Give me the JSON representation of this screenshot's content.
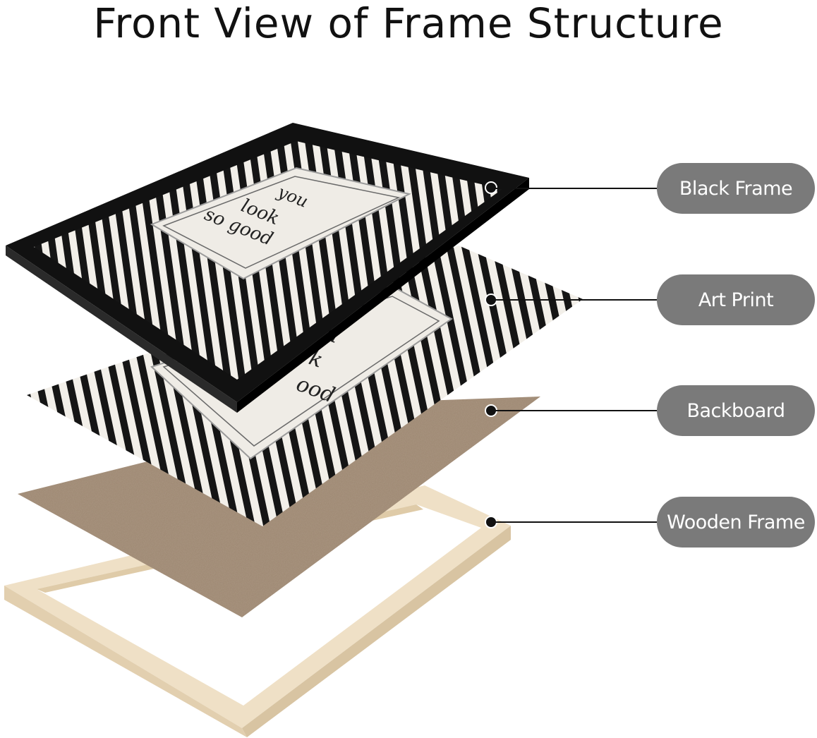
{
  "title": "Front View of Frame Structure",
  "artwork": {
    "print_text_top": [
      "you",
      "look",
      "so good"
    ],
    "print_text_partial": [
      "u",
      "k",
      "ood"
    ]
  },
  "labels": [
    {
      "text": "Black Frame"
    },
    {
      "text": "Art Print"
    },
    {
      "text": "Backboard"
    },
    {
      "text": "Wooden Frame"
    }
  ],
  "colors": {
    "pill_bg": "#7a7a7a",
    "pill_text": "#ffffff",
    "frame_black": "#111111",
    "stripe_dark": "#151515",
    "stripe_light": "#f2efe9",
    "backboard": "#9c8670",
    "wood": "#efe0c6"
  }
}
